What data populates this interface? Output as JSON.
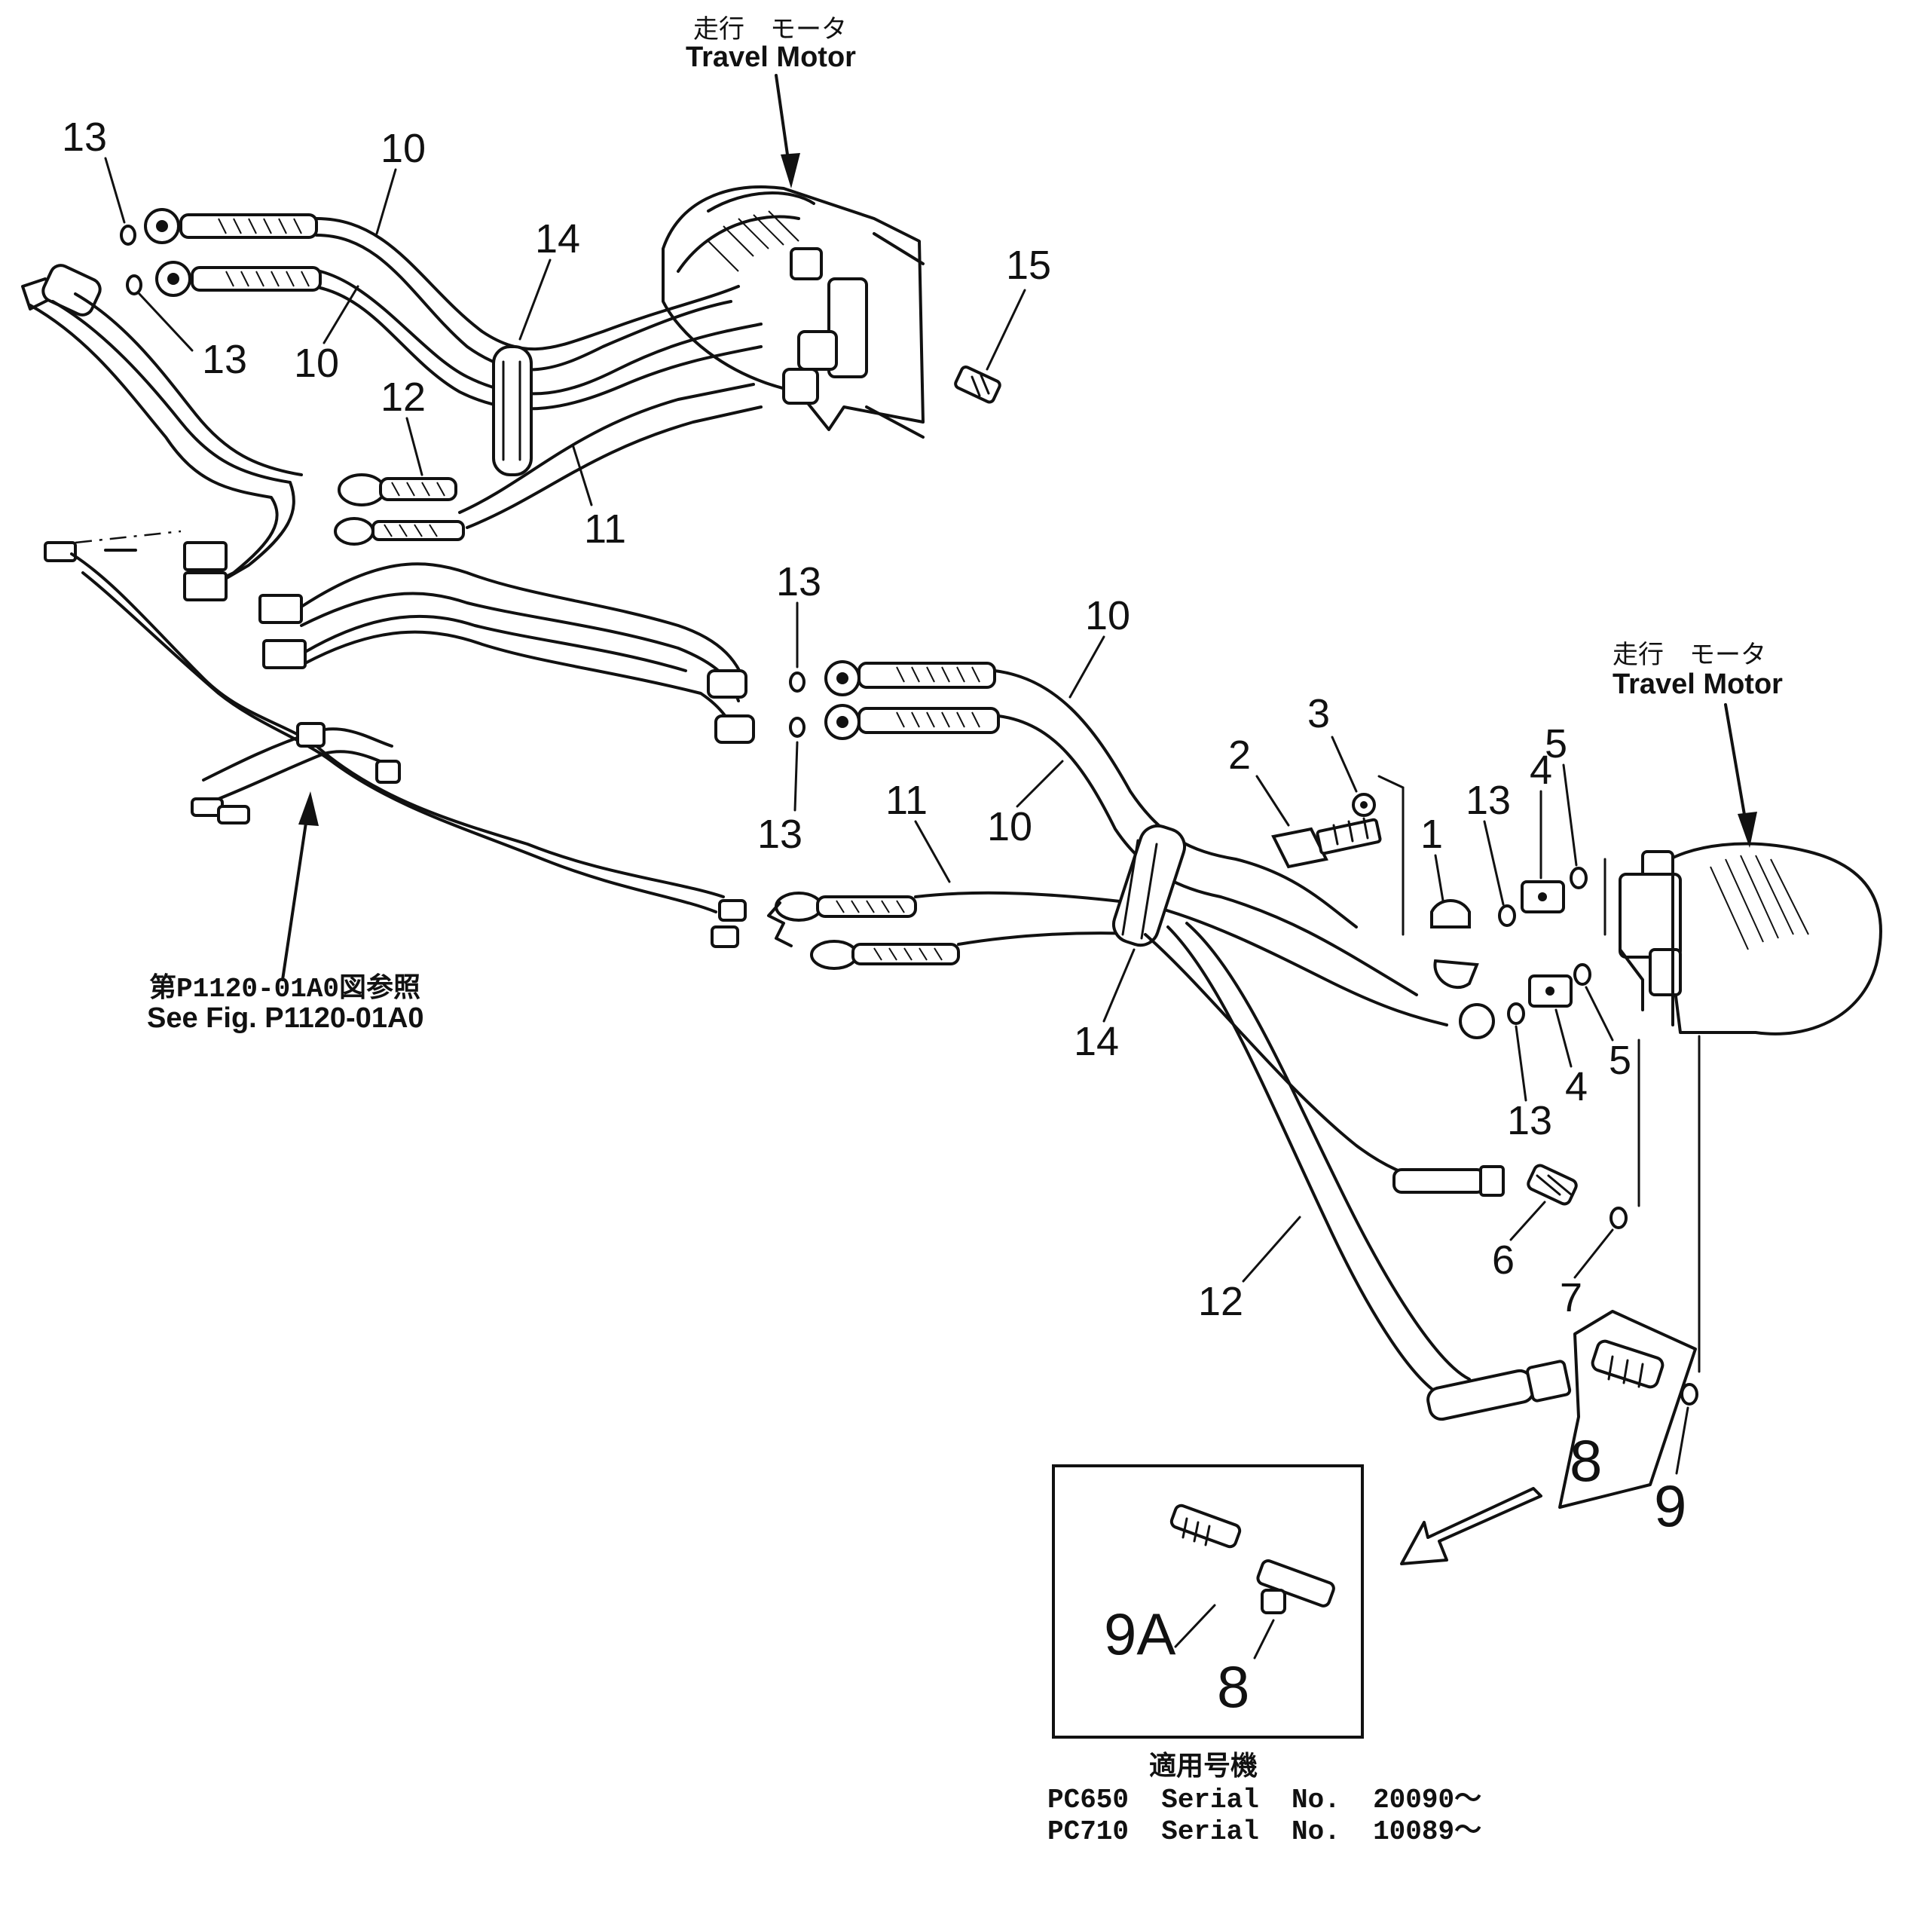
{
  "diagram": {
    "motor_label_jp": "走行　モータ",
    "motor_label_en": "Travel Motor",
    "see_fig_jp": "第P1120-01A0図参照",
    "see_fig_en": "See Fig. P1120-01A0",
    "applicable_jp": "適用号機",
    "applicable_lines": [
      "PC650  Serial  No.  20090～",
      "PC710  Serial  No.  10089～"
    ],
    "callouts": {
      "p1": "1",
      "p2": "2",
      "p3": "3",
      "p4": "4",
      "p5": "5",
      "p6": "6",
      "p7": "7",
      "p8": "8",
      "p9": "9",
      "p9a": "9A",
      "p10": "10",
      "p11": "11",
      "p12": "12",
      "p13": "13",
      "p14": "14",
      "p15": "15"
    }
  }
}
